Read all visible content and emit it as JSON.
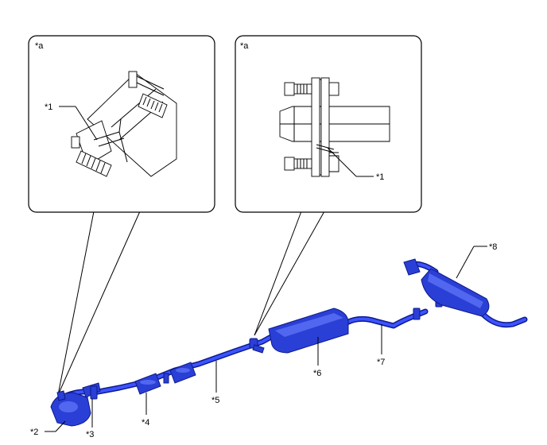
{
  "callouts": {
    "left_box_tag": "*a",
    "right_box_tag": "*a",
    "left_box_part": "*1",
    "right_box_part": "*1"
  },
  "labels": {
    "p2": "*2",
    "p3": "*3",
    "p4": "*4",
    "p5": "*5",
    "p6": "*6",
    "p7": "*7",
    "p8": "*8"
  },
  "colors": {
    "pipe_dark": "#0c1a8a",
    "pipe_mid": "#2a3fd6",
    "pipe_light": "#3c53ff"
  }
}
